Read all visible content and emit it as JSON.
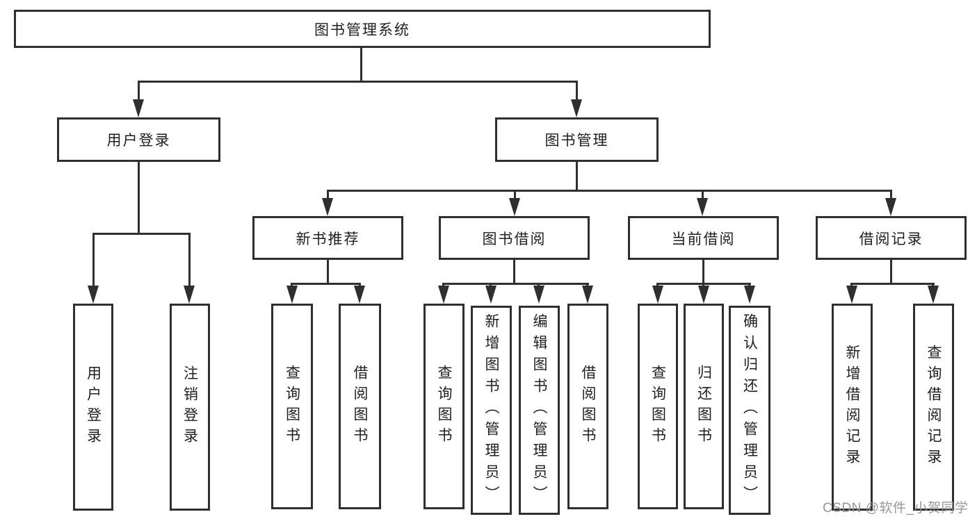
{
  "diagram": {
    "root": {
      "label": "图书管理系统"
    },
    "branches": [
      {
        "label": "用户登录",
        "children": [
          {
            "label": "用户登录"
          },
          {
            "label": "注销登录"
          }
        ]
      },
      {
        "label": "图书管理",
        "children": [
          {
            "label": "新书推荐",
            "children": [
              {
                "label": "查询图书"
              },
              {
                "label": "借阅图书"
              }
            ]
          },
          {
            "label": "图书借阅",
            "children": [
              {
                "label": "查询图书"
              },
              {
                "label": "新增图书（管理员）"
              },
              {
                "label": "编辑图书（管理员）"
              },
              {
                "label": "借阅图书"
              }
            ]
          },
          {
            "label": "当前借阅",
            "children": [
              {
                "label": "查询图书"
              },
              {
                "label": "归还图书"
              },
              {
                "label": "确认归还（管理员）"
              }
            ]
          },
          {
            "label": "借阅记录",
            "children": [
              {
                "label": "新增借阅记录"
              },
              {
                "label": "查询借阅记录"
              }
            ]
          }
        ]
      }
    ]
  },
  "watermark": {
    "text": "CSDN @软件_小贺同学"
  },
  "colors": {
    "line": "#2f2f2f",
    "text": "#1f1f1f",
    "background": "#ffffff",
    "watermark": "#919191"
  }
}
